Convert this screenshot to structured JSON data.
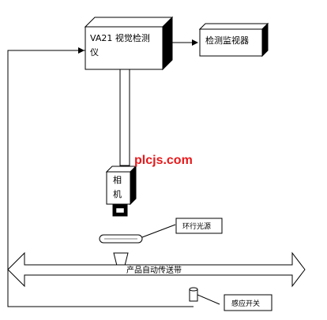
{
  "vision_detector": {
    "line1": "VA21 视觉检测",
    "line2": "仪"
  },
  "monitor": {
    "label": "检测监视器"
  },
  "camera": {
    "char1": "相",
    "char2": "机"
  },
  "ring_light": {
    "label": "环行光源"
  },
  "conveyor": {
    "label": "产品自动传送带"
  },
  "sensor_switch": {
    "label": "感应开关"
  },
  "watermark": {
    "text": "plcjs.com"
  }
}
